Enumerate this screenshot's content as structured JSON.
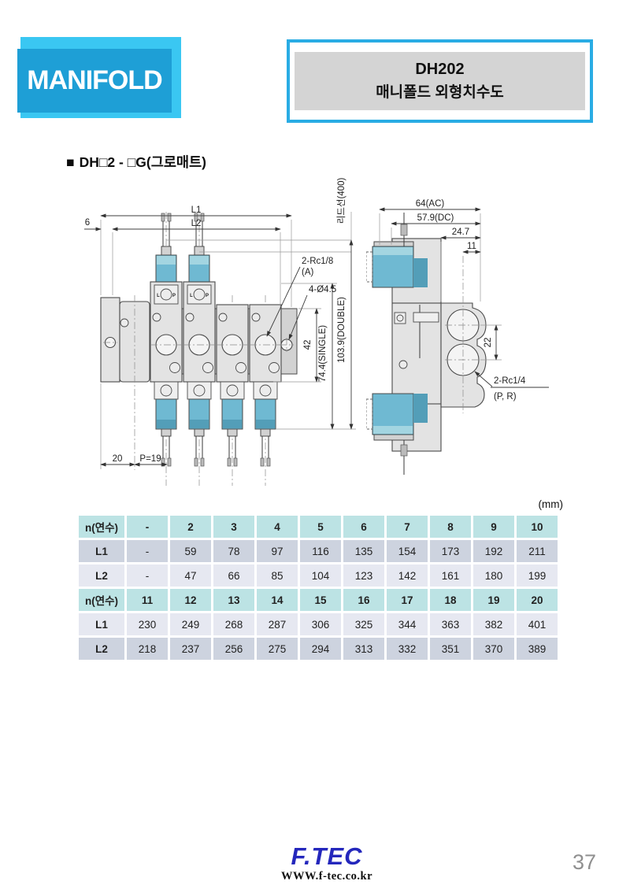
{
  "colors": {
    "accent": "#1E9FD6",
    "accent_light": "#3AC7F2",
    "accent_border": "#29ACE4",
    "band_gray": "#D4D4D4",
    "table_header": "#BCE3E4",
    "table_dark": "#CDD3DF",
    "table_light": "#E6E8F1",
    "logo_blue": "#2427BC",
    "page_gray": "#8F8F8F",
    "solenoid": "#6FB9D2",
    "solenoid_light": "#A3D5E1",
    "solenoid_dark": "#539EB8",
    "draw_body": "#E3E3E3",
    "draw_body_dark": "#D2D2D2",
    "draw_line": "#4A4A4A"
  },
  "header": {
    "badge": "MANIFOLD",
    "model": "DH202",
    "subtitle": "매니폴드 외형치수도"
  },
  "section": {
    "bullet": "■",
    "title": "DH□2 - □G(그로매트)"
  },
  "drawing": {
    "front": {
      "l1": "L1",
      "l2": "L2",
      "d6": "6",
      "lead": "리드선(400)",
      "rc": "2-Rc1/8",
      "rc_sub": "(A)",
      "hole": "4-Ø4.5",
      "d42": "42",
      "single": "74.4(SINGLE)",
      "dbl": "103.9(DOUBLE)",
      "d20": "20",
      "pitch": "P=19",
      "letter_l": "L",
      "letter_p": "P"
    },
    "side": {
      "ac": "64(AC)",
      "dc": "57.9(DC)",
      "d247": "24.7",
      "d11": "11",
      "d22": "22",
      "rc": "2-Rc1/4",
      "rc_sub": "(P, R)"
    }
  },
  "table": {
    "unit": "(mm)",
    "rows": [
      {
        "label": "n(연수)",
        "type": "header",
        "cells": [
          "-",
          "2",
          "3",
          "4",
          "5",
          "6",
          "7",
          "8",
          "9",
          "10"
        ]
      },
      {
        "label": "L1",
        "type": "dark",
        "cells": [
          "-",
          "59",
          "78",
          "97",
          "116",
          "135",
          "154",
          "173",
          "192",
          "211"
        ]
      },
      {
        "label": "L2",
        "type": "light",
        "cells": [
          "-",
          "47",
          "66",
          "85",
          "104",
          "123",
          "142",
          "161",
          "180",
          "199"
        ]
      },
      {
        "label": "n(연수)",
        "type": "header",
        "cells": [
          "11",
          "12",
          "13",
          "14",
          "15",
          "16",
          "17",
          "18",
          "19",
          "20"
        ]
      },
      {
        "label": "L1",
        "type": "light",
        "cells": [
          "230",
          "249",
          "268",
          "287",
          "306",
          "325",
          "344",
          "363",
          "382",
          "401"
        ]
      },
      {
        "label": "L2",
        "type": "dark",
        "cells": [
          "218",
          "237",
          "256",
          "275",
          "294",
          "313",
          "332",
          "351",
          "370",
          "389"
        ]
      }
    ]
  },
  "footer": {
    "logo": "F.TEC",
    "url": "WWW.f-tec.co.kr",
    "page": "37"
  }
}
